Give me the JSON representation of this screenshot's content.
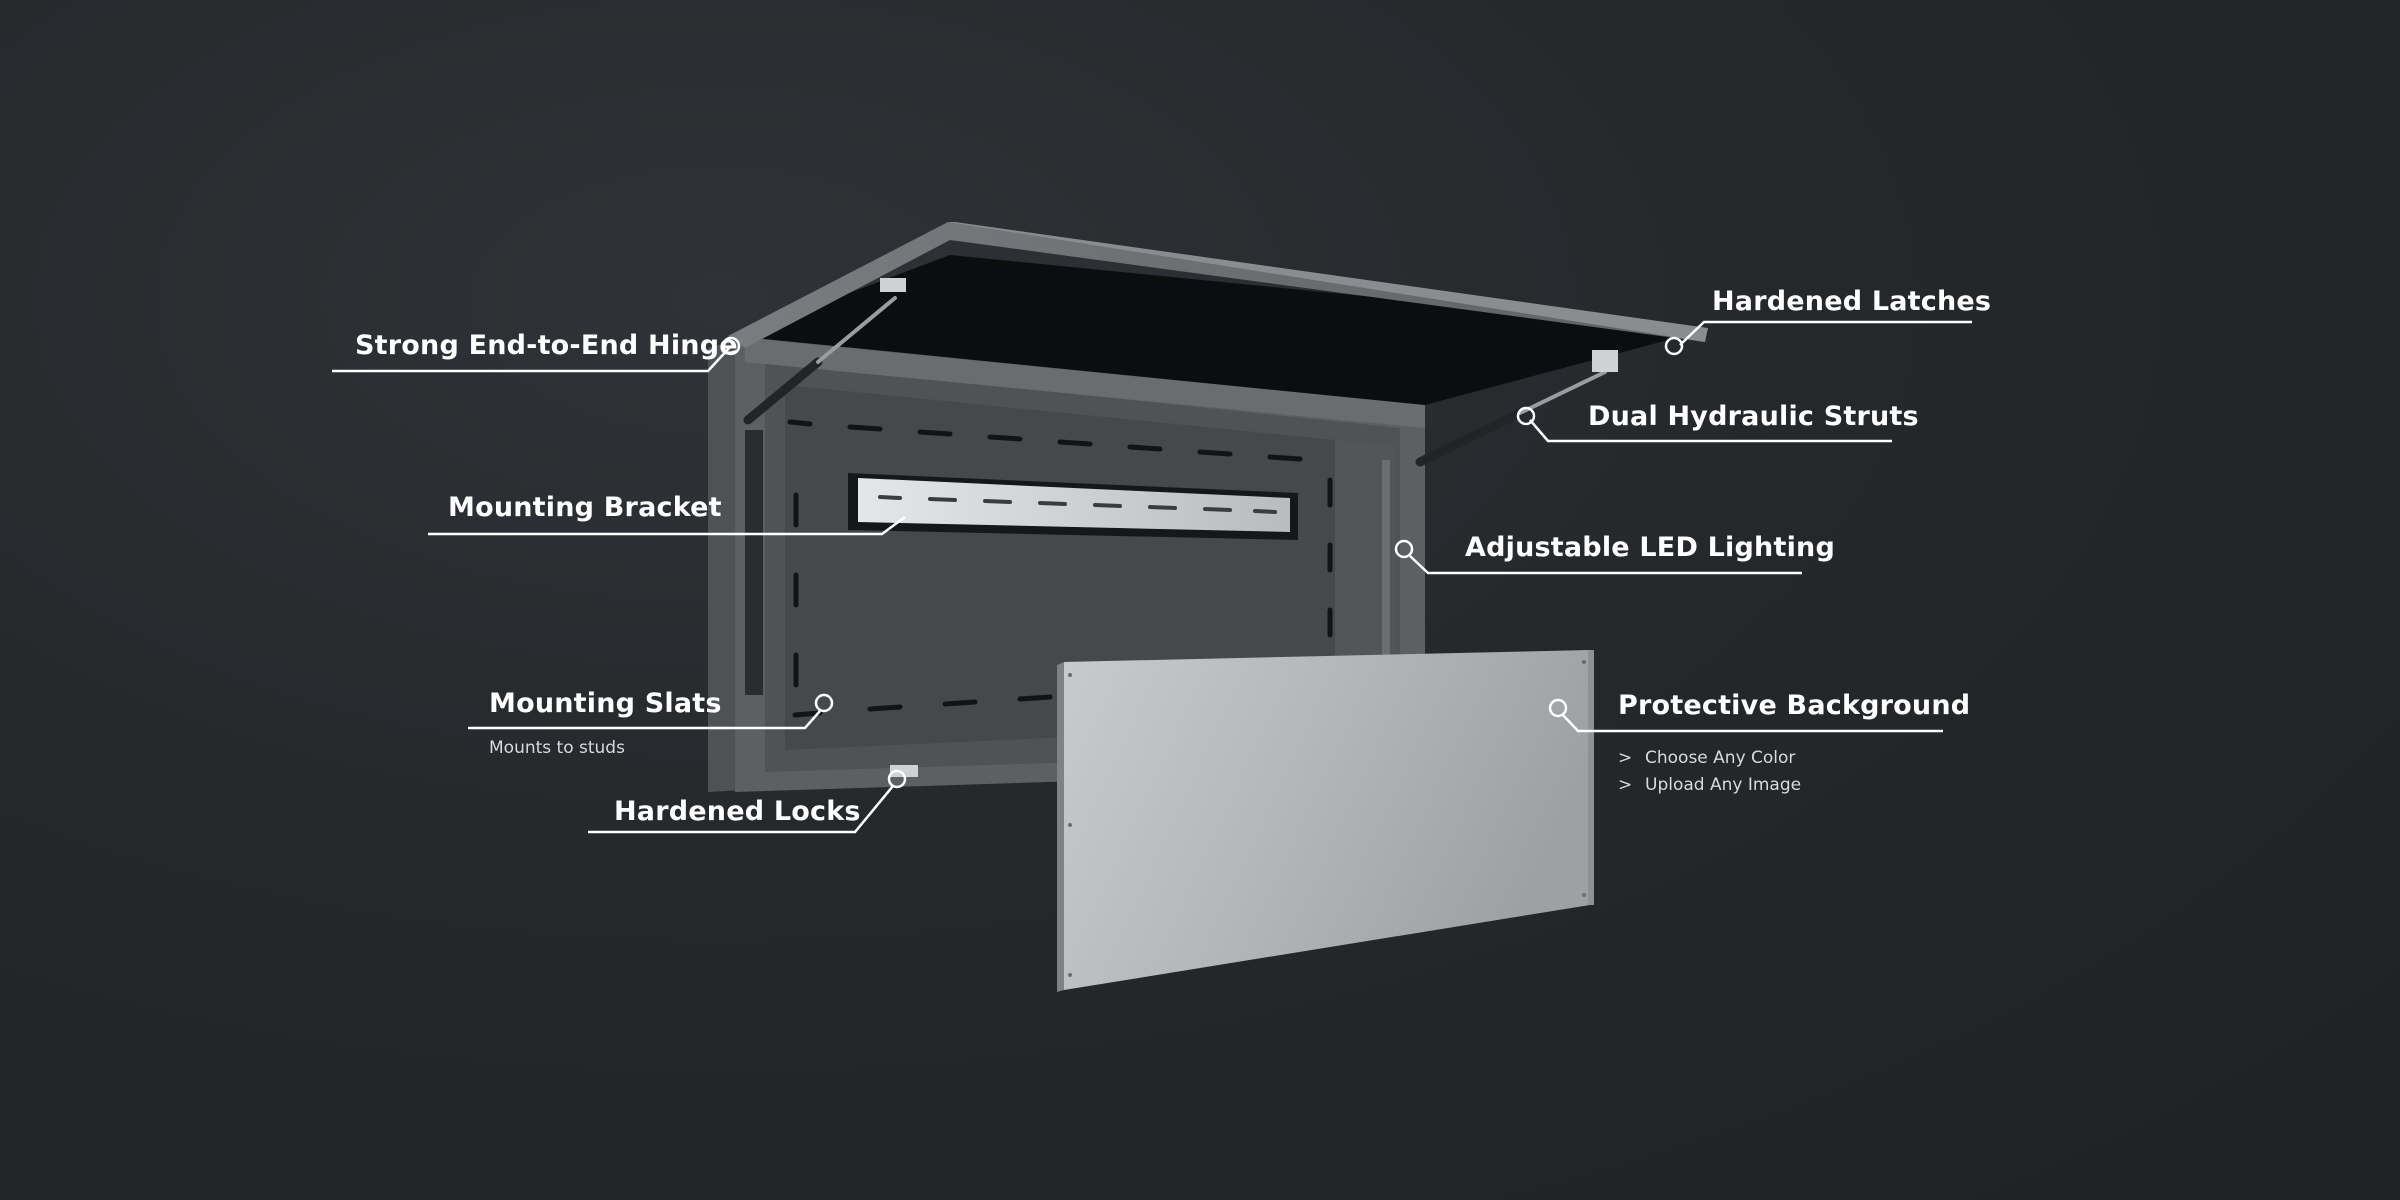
{
  "callouts": {
    "hinge": "Strong End-to-End Hinge",
    "latches": "Hardened Latches",
    "struts": "Dual Hydraulic Struts",
    "bracket": "Mounting Bracket",
    "led": "Adjustable LED Lighting",
    "slats": "Mounting Slats",
    "slats_note": "Mounts to studs",
    "background": "Protective Background",
    "background_options": [
      "Choose Any Color",
      "Upload Any Image"
    ],
    "locks": "Hardened Locks"
  },
  "bullet_glyph": ">",
  "colors": {
    "background": "#25282b",
    "cabinet_frame": "#5d6063",
    "cabinet_interior": "#4a4d50",
    "lid": "#0c0d0e",
    "panel": "#b5b8ba",
    "bracket": "#d3d6d8",
    "label_text": "#ffffff",
    "leader_line": "#ffffff"
  }
}
